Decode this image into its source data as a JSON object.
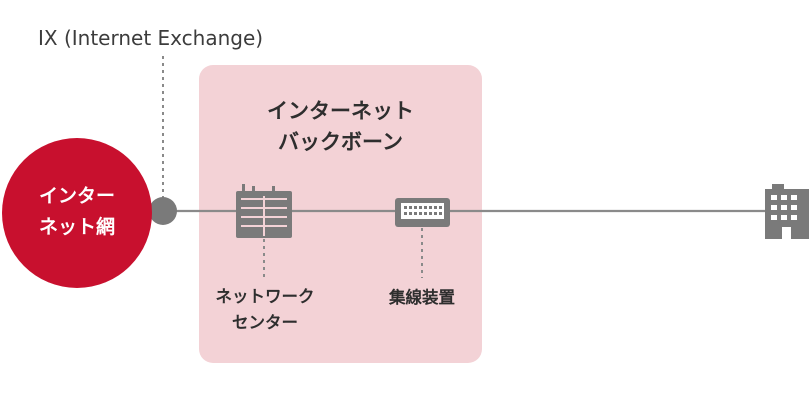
{
  "ix": {
    "label": "IX (Internet Exchange)"
  },
  "internet": {
    "line1": "インター",
    "line2": "ネット網"
  },
  "backbone": {
    "title_line1": "インターネット",
    "title_line2": "バックボーン"
  },
  "network_center": {
    "line1": "ネットワーク",
    "line2": "センター"
  },
  "hub": {
    "label": "集線装置"
  },
  "colors": {
    "internet_red": "#c8102e",
    "backbone_pink": "#f3d2d6",
    "line_gray": "#8a8a8a",
    "icon_gray": "#7a7a7a"
  },
  "icons": {
    "ix_node": "ix-node-icon",
    "network_center": "server-building-icon",
    "hub": "switch-hub-icon",
    "building": "office-building-icon"
  }
}
